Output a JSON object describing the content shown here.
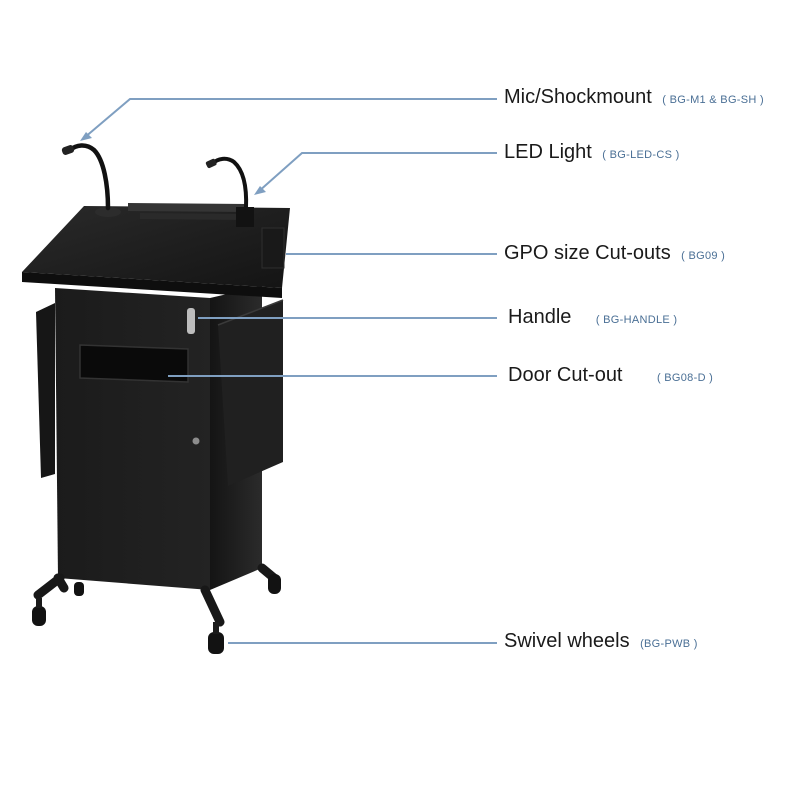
{
  "callouts": [
    {
      "label": "Mic/Shockmount",
      "code": "( BG-M1 & BG-SH )"
    },
    {
      "label": "LED Light",
      "code": "( BG-LED-CS )"
    },
    {
      "label": "GPO size Cut-outs",
      "code": "( BG09 )"
    },
    {
      "label": "Handle",
      "code": "( BG-HANDLE )"
    },
    {
      "label": "Door Cut-out",
      "code": "( BG08-D )"
    },
    {
      "label": "Swivel wheels",
      "code": "(BG-PWB )"
    }
  ],
  "colors": {
    "leader": "#7f9fc1",
    "body": "#1e1e1e",
    "text": "#1a1a1a",
    "code": "#4a6f95"
  }
}
